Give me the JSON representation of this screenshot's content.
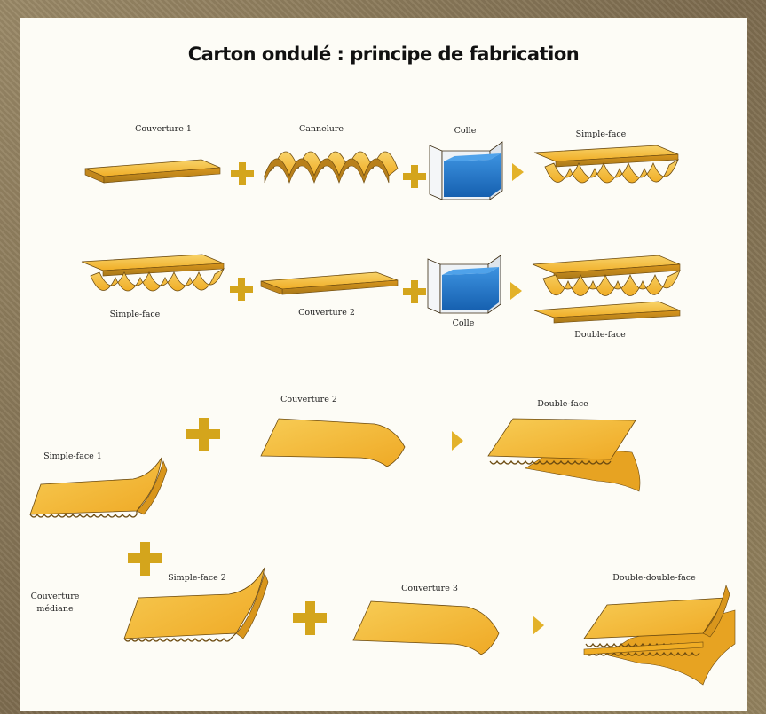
{
  "title": "Carton ondulé : principe de fabrication",
  "row1": {
    "labels": [
      "Couverture 1",
      "Cannelure",
      "Colle",
      "Simple-face"
    ]
  },
  "row2": {
    "labels": [
      "Simple-face",
      "Couverture 2",
      "Colle",
      "Double-face"
    ]
  },
  "row3": {
    "labels": [
      "Simple-face 1",
      "Couverture 2",
      "Double-face"
    ]
  },
  "row4": {
    "labels": [
      "Couverture",
      "médiane",
      "Simple-face 2",
      "Couverture 3",
      "Double-double-face"
    ]
  },
  "colors": {
    "board": "#f2b32b",
    "board_light": "#f7cf5a",
    "board_dark": "#a8781a",
    "plus": "#d4a51c",
    "arrow": "#e3b22a",
    "glue": "#1f78c9",
    "glue_dark": "#0f4f96",
    "container": "#e8eef4",
    "outline": "#3a2a10"
  }
}
